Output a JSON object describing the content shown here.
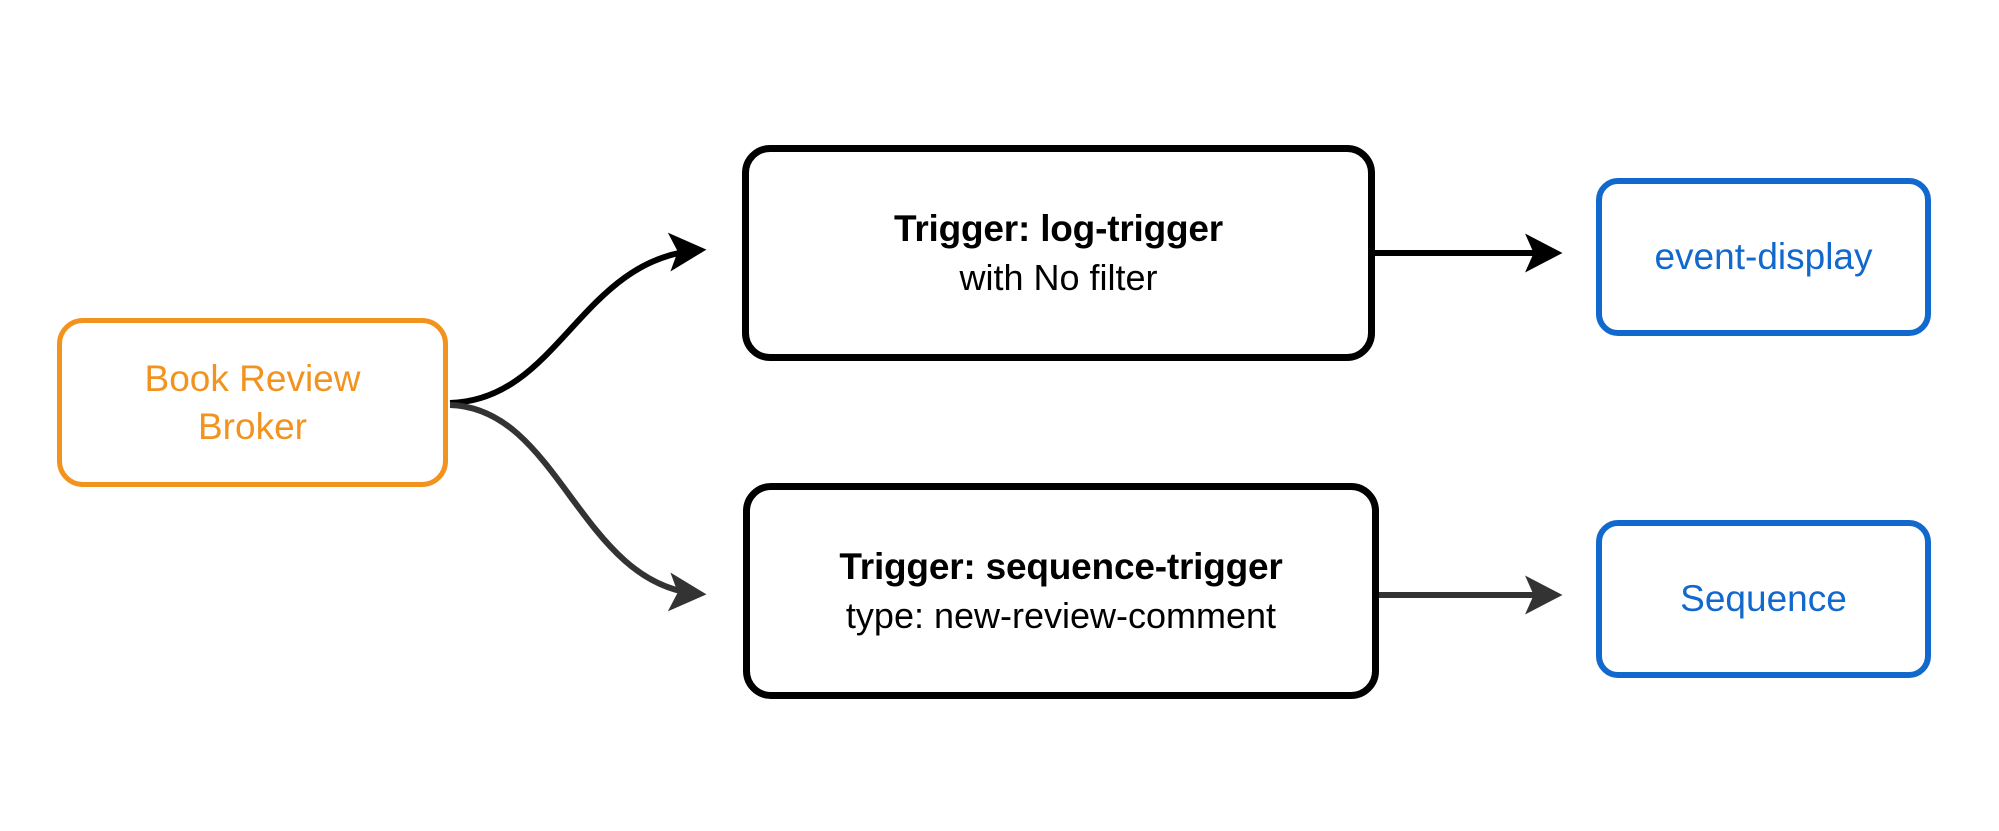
{
  "diagram": {
    "type": "flowchart",
    "direction": "left-to-right",
    "background": "#ffffff",
    "colors": {
      "broker": "#f2931f",
      "trigger": "#000000",
      "target": "#1168cd",
      "edge_primary": "#000000",
      "edge_secondary": "#333333"
    }
  },
  "nodes": {
    "broker": {
      "id": "book-review-broker",
      "line1": "Book Review",
      "line2": "Broker",
      "color": "#f2931f",
      "shape": "rounded-rect"
    },
    "trigger_log": {
      "id": "log-trigger",
      "title": "Trigger: log-trigger",
      "subtitle": "with No filter",
      "color": "#000000",
      "shape": "rounded-rect"
    },
    "trigger_sequence": {
      "id": "sequence-trigger",
      "title": "Trigger: sequence-trigger",
      "subtitle": "type: new-review-comment",
      "color": "#000000",
      "shape": "rounded-rect"
    },
    "target_event_display": {
      "id": "event-display",
      "label": "event-display",
      "color": "#1168cd",
      "shape": "rounded-rect"
    },
    "target_sequence": {
      "id": "sequence",
      "label": "Sequence",
      "color": "#1168cd",
      "shape": "rounded-rect"
    }
  },
  "edges": [
    {
      "id": "broker-to-log-trigger",
      "from": "book-review-broker",
      "to": "log-trigger",
      "style": "curved",
      "arrowhead": "filled-triangle",
      "color": "#000000",
      "label": ""
    },
    {
      "id": "broker-to-sequence-trigger",
      "from": "book-review-broker",
      "to": "sequence-trigger",
      "style": "curved",
      "arrowhead": "filled-triangle",
      "color": "#333333",
      "label": ""
    },
    {
      "id": "log-trigger-to-event-display",
      "from": "log-trigger",
      "to": "event-display",
      "style": "straight",
      "arrowhead": "filled-triangle",
      "color": "#000000",
      "label": ""
    },
    {
      "id": "sequence-trigger-to-sequence",
      "from": "sequence-trigger",
      "to": "sequence",
      "style": "straight",
      "arrowhead": "filled-triangle",
      "color": "#333333",
      "label": ""
    }
  ]
}
